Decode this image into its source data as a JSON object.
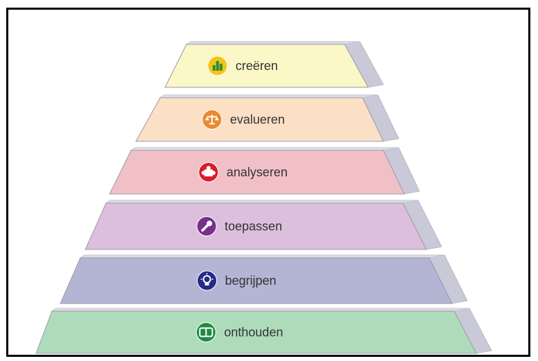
{
  "levels": [
    {
      "label": "creëren",
      "face": "#fbf7c6",
      "side": "#c9c9d8",
      "top": "#dedee8",
      "icon_color": "#f2c617",
      "icon": "building-blocks-icon"
    },
    {
      "label": "evalueren",
      "face": "#fbe0c6",
      "side": "#c9c9d8",
      "top": "#dedee8",
      "icon_color": "#ea8a2e",
      "icon": "scales-icon"
    },
    {
      "label": "analyseren",
      "face": "#f1c0c6",
      "side": "#c9c9d8",
      "top": "#dedee8",
      "icon_color": "#d91c2b",
      "icon": "puzzle-icon"
    },
    {
      "label": "toepassen",
      "face": "#dcbfdd",
      "side": "#c9c9d8",
      "top": "#dedee8",
      "icon_color": "#7b2f8a",
      "icon": "wrench-icon"
    },
    {
      "label": "begrijpen",
      "face": "#b4b4d4",
      "side": "#c9c9d8",
      "top": "#dedee8",
      "icon_color": "#282a86",
      "icon": "lightbulb-icon"
    },
    {
      "label": "onthouden",
      "face": "#aedcbb",
      "side": "#c9c9d8",
      "top": "#dedee8",
      "icon_color": "#1f8a43",
      "icon": "book-icon"
    }
  ]
}
